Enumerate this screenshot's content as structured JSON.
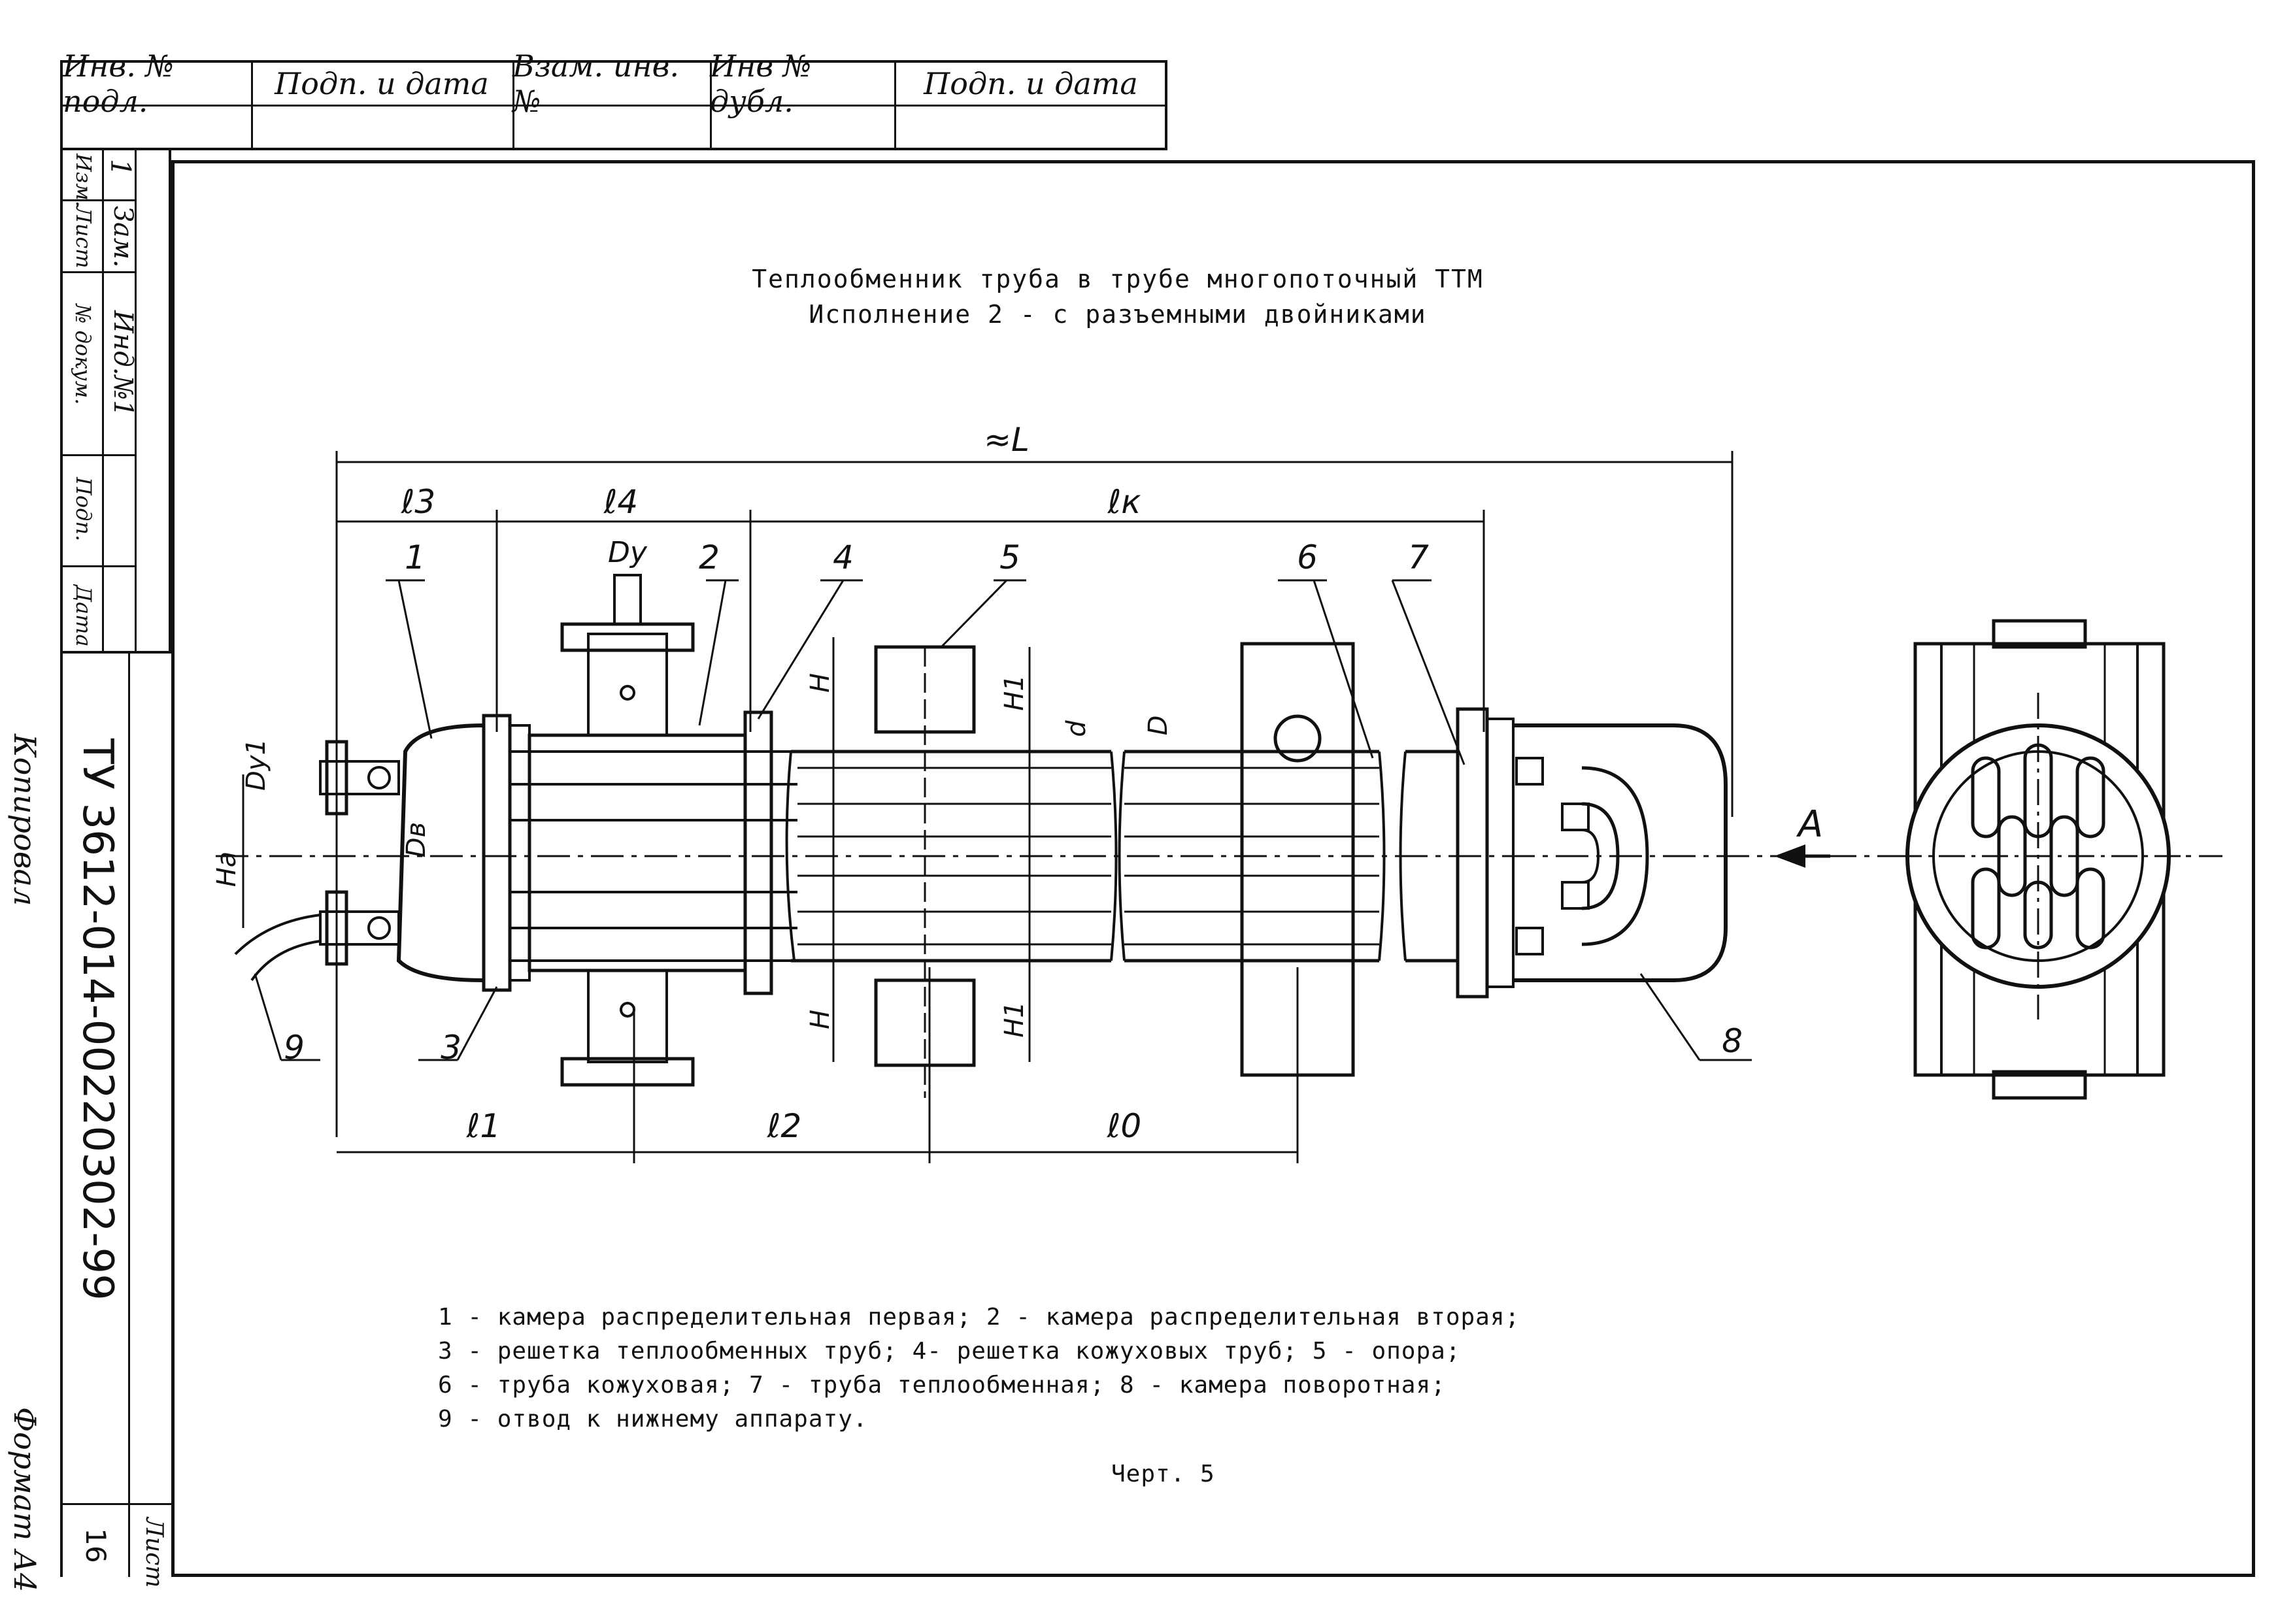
{
  "header_table": {
    "columns": [
      "Инв. № подл.",
      "Подп. и дата",
      "Взам. инв. №",
      "Инв № дубл.",
      "Подп. и дата"
    ]
  },
  "side_stamp": {
    "rows": [
      "Изм.",
      "Лист",
      "№ докум.",
      "Подп.",
      "Дата"
    ],
    "values": [
      "1",
      "Зам.",
      "Инд.№1",
      "",
      ""
    ]
  },
  "side_labels": {
    "copied": "Копировал",
    "format": "Формат А4",
    "doc_number": "ТУ 3612-014-00220302-99",
    "sheet_label": "Лист",
    "sheet_number": "16"
  },
  "drawing": {
    "title_line1": "Теплообменник труба в трубе многопоточный  ТТМ",
    "title_line2": "Исполнение 2 - с разъемными двойниками",
    "view_label": "А",
    "dim_labels": {
      "L": "≈L",
      "l3": "ℓ3",
      "l4": "ℓ4",
      "lk": "ℓк",
      "l1": "ℓ1",
      "l2": "ℓ2",
      "l0": "ℓ0",
      "Dy": "Dy",
      "Dy1": "Dy1",
      "Dv": "Dв",
      "H": "H",
      "H1": "H1",
      "Ha": "Hа",
      "d": "d",
      "D": "D"
    },
    "callouts": [
      "1",
      "2",
      "3",
      "4",
      "5",
      "6",
      "7",
      "8",
      "9"
    ],
    "legend": [
      "1 - камера распределительная первая; 2 - камера распределительная вторая;",
      "3 - решетка теплообменных труб; 4- решетка кожуховых труб; 5 - опора;",
      "6 - труба кожуховая; 7 - труба теплообменная; 8 - камера поворотная;",
      "9 - отвод к нижнему аппарату."
    ],
    "caption": "Черт. 5"
  }
}
